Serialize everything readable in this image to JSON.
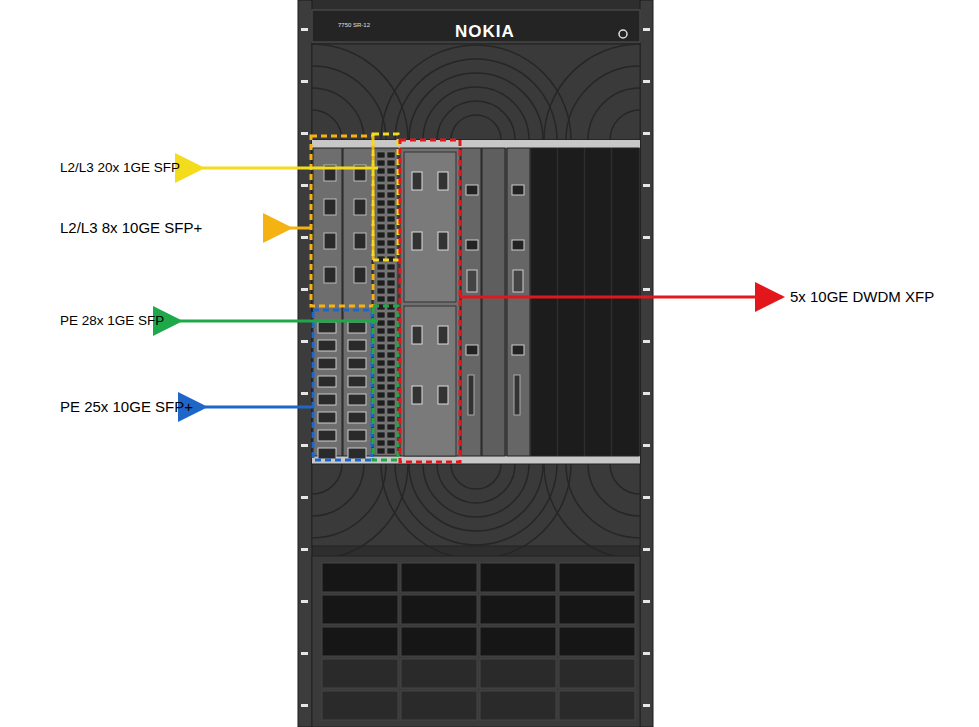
{
  "diagram": {
    "labels": [
      "7750 SR-12",
      "NOKIA",
      "L2/L3 20x 1GE SFP",
      "L2/L3 8x 10GE SFP+",
      "PE 28x 1GE SFP",
      "PE 25x 10GE SFP+",
      "5x 10GE DWDM XFP"
    ]
  }
}
